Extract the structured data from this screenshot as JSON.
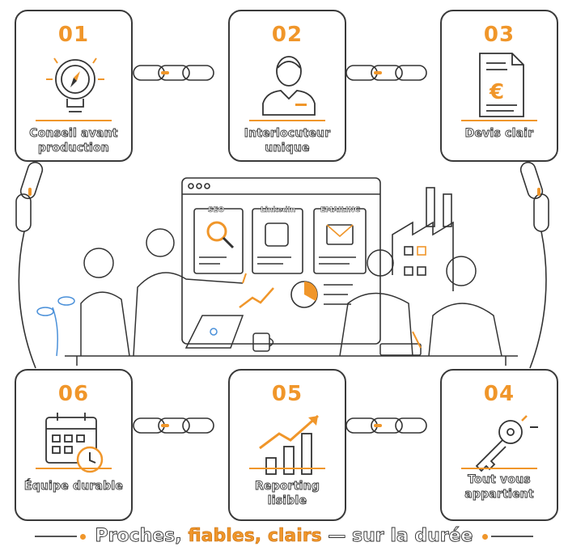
{
  "steps": [
    {
      "number": "01",
      "label_line1": "Conseil avant",
      "label_line2": "production",
      "icon": "compass-bulb-icon"
    },
    {
      "number": "02",
      "label_line1": "Interlocuteur",
      "label_line2": "unique",
      "icon": "person-icon"
    },
    {
      "number": "03",
      "label_line1": "Devis clair",
      "label_line2": "",
      "icon": "euro-document-icon"
    },
    {
      "number": "04",
      "label_line1": "Tout vous",
      "label_line2": "appartient",
      "icon": "key-icon"
    },
    {
      "number": "05",
      "label_line1": "Reporting lisible",
      "label_line2": "",
      "icon": "growth-chart-icon"
    },
    {
      "number": "06",
      "label_line1": "Équipe durable",
      "label_line2": "",
      "icon": "calendar-clock-icon"
    }
  ],
  "screen": {
    "panels": [
      "SEO",
      "LinkedIn",
      "EMAILING"
    ]
  },
  "tagline": {
    "part1": "Proches, ",
    "highlight": "fiables, clairs",
    "part2": " — sur la durée"
  },
  "colors": {
    "accent": "#f0962a",
    "outline": "#333333"
  }
}
